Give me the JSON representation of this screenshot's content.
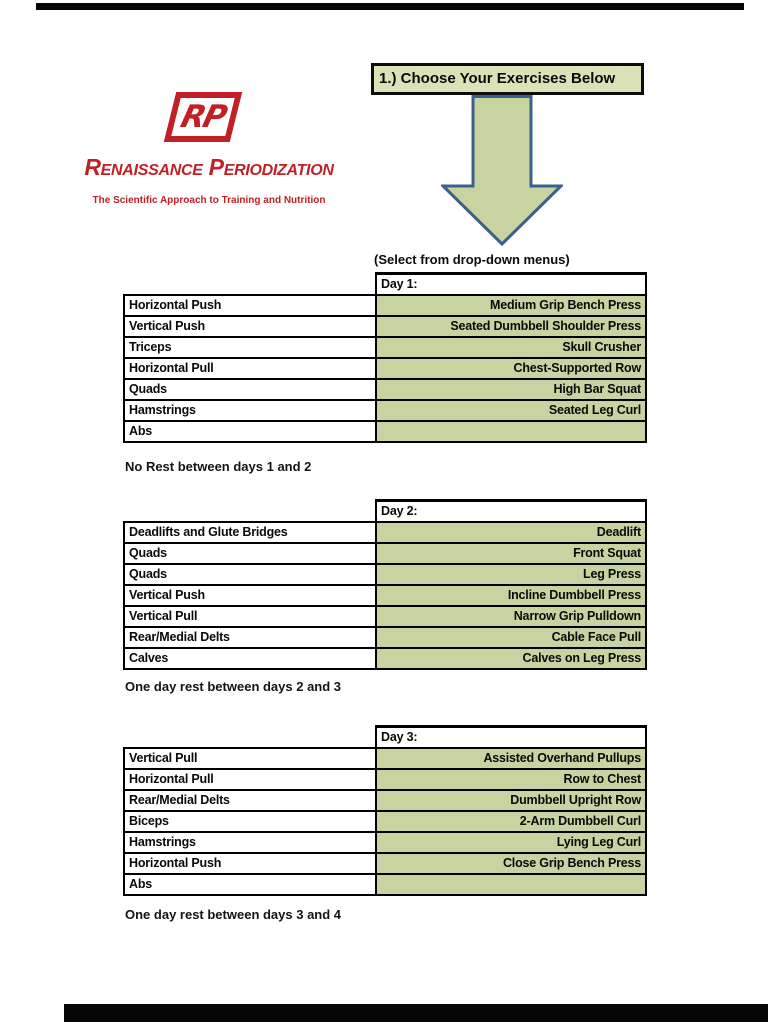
{
  "logo": {
    "monogram": "RP",
    "brand": "Renaissance Periodization",
    "tagline": "The Scientific Approach to Training and Nutrition"
  },
  "header_box_label": "1.) Choose Your Exercises Below",
  "select_note": "(Select from drop-down menus)",
  "rest_notes": [
    "No Rest between days 1 and 2",
    "One day rest between days 2 and 3",
    "One day rest between days 3 and 4"
  ],
  "tables": [
    {
      "title": "Day 1:",
      "rows": [
        {
          "category": "Horizontal Push",
          "exercise": "Medium Grip Bench Press"
        },
        {
          "category": "Vertical Push",
          "exercise": "Seated Dumbbell Shoulder Press"
        },
        {
          "category": "Triceps",
          "exercise": "Skull Crusher"
        },
        {
          "category": "Horizontal Pull",
          "exercise": "Chest-Supported Row"
        },
        {
          "category": "Quads",
          "exercise": "High Bar Squat"
        },
        {
          "category": "Hamstrings",
          "exercise": "Seated Leg Curl"
        },
        {
          "category": "Abs",
          "exercise": ""
        }
      ]
    },
    {
      "title": "Day 2:",
      "rows": [
        {
          "category": "Deadlifts and Glute Bridges",
          "exercise": "Deadlift"
        },
        {
          "category": "Quads",
          "exercise": "Front Squat"
        },
        {
          "category": "Quads",
          "exercise": "Leg Press"
        },
        {
          "category": "Vertical Push",
          "exercise": "Incline Dumbbell Press"
        },
        {
          "category": "Vertical Pull",
          "exercise": "Narrow Grip Pulldown"
        },
        {
          "category": "Rear/Medial Delts",
          "exercise": "Cable Face Pull"
        },
        {
          "category": "Calves",
          "exercise": "Calves on Leg Press"
        }
      ]
    },
    {
      "title": "Day 3:",
      "rows": [
        {
          "category": "Vertical Pull",
          "exercise": "Assisted Overhand Pullups"
        },
        {
          "category": "Horizontal Pull",
          "exercise": "Row to Chest"
        },
        {
          "category": "Rear/Medial Delts",
          "exercise": "Dumbbell Upright Row"
        },
        {
          "category": "Biceps",
          "exercise": "2-Arm Dumbbell Curl"
        },
        {
          "category": "Hamstrings",
          "exercise": "Lying Leg Curl"
        },
        {
          "category": "Horizontal Push",
          "exercise": "Close Grip Bench Press"
        },
        {
          "category": "Abs",
          "exercise": ""
        }
      ]
    }
  ],
  "colors": {
    "brand_red": "#c02026",
    "cell_green": "#c7d3a0",
    "header_box_green": "#dbe2b8",
    "arrow_fill": "#c7d3a0",
    "arrow_border": "#3c608c",
    "table_border": "#000000",
    "page_edge": "#060606"
  }
}
